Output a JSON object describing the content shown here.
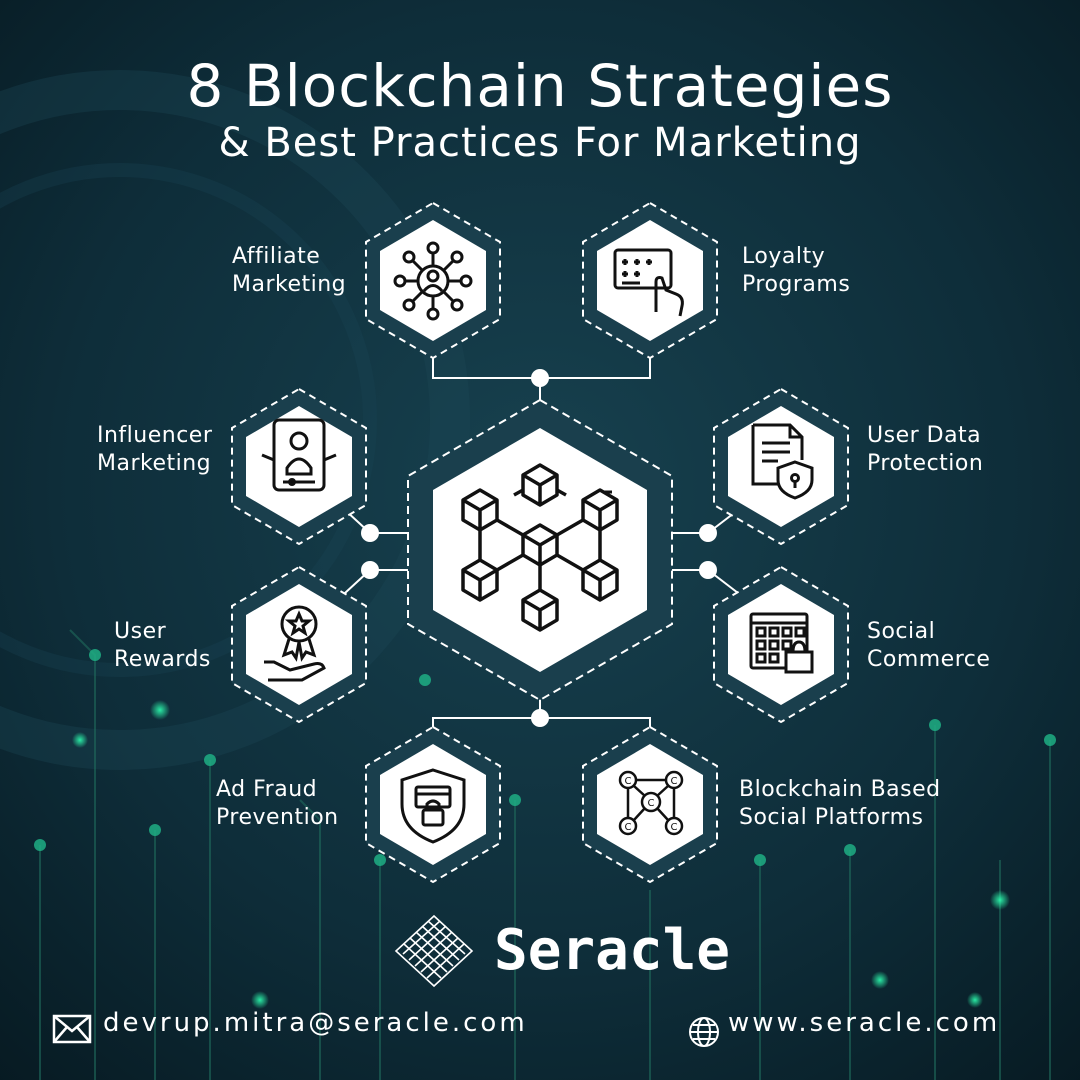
{
  "header": {
    "title": "8 Blockchain Strategies",
    "subtitle": "& Best Practices For Marketing"
  },
  "strategies": [
    {
      "line1": "Affiliate",
      "line2": "Marketing",
      "icon": "network-user-icon"
    },
    {
      "line1": "Loyalty",
      "line2": "Programs",
      "icon": "card-hand-icon"
    },
    {
      "line1": "Influencer",
      "line2": "Marketing",
      "icon": "influencer-screen-icon"
    },
    {
      "line1": "User Data",
      "line2": "Protection",
      "icon": "document-shield-icon"
    },
    {
      "line1": "User",
      "line2": "Rewards",
      "icon": "award-hand-icon"
    },
    {
      "line1": "Social",
      "line2": "Commerce",
      "icon": "shop-grid-bag-icon"
    },
    {
      "line1": "Ad Fraud",
      "line2": "Prevention",
      "icon": "shield-card-lock-icon"
    },
    {
      "line1": "Blockchain Based",
      "line2": "Social Platforms",
      "icon": "crypto-network-icon"
    }
  ],
  "center": {
    "icon": "blockchain-cubes-icon"
  },
  "brand": {
    "name": "Seracle",
    "logo": "diamond-lattice-logo"
  },
  "footer": {
    "email": "devrup.mitra@seracle.com",
    "website": "www.seracle.com",
    "email_icon": "envelope-icon",
    "web_icon": "globe-icon"
  },
  "colors": {
    "background": "#0b2530",
    "hex_ring": "#1a3f4d",
    "hex_fill": "#ffffff",
    "accent_glow": "#1fcf8f",
    "text": "#ffffff"
  }
}
